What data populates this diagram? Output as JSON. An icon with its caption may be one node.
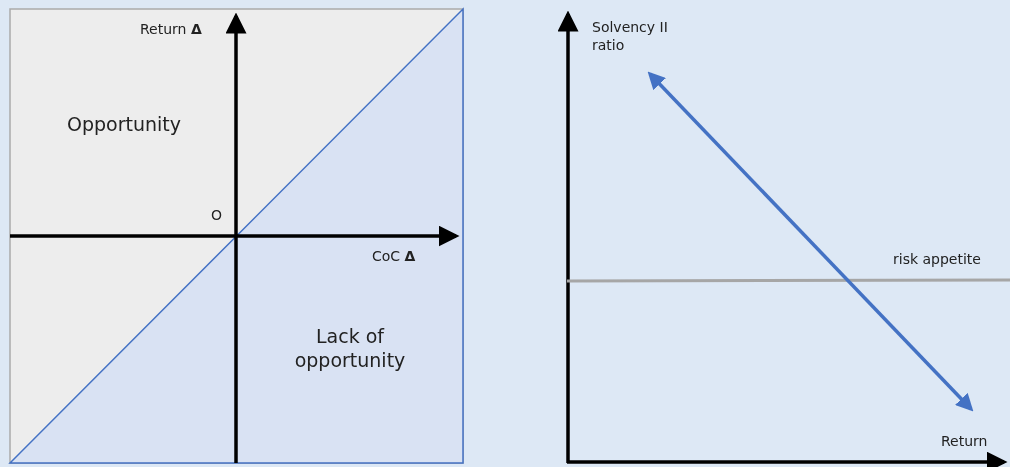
{
  "diagram": {
    "labels": [
      "Return **Δ**",
      "Opportunity",
      "O",
      "CoC **Δ**",
      "Lack of opportunity",
      "Solvency II ratio",
      "risk appetite",
      "Return"
    ]
  }
}
